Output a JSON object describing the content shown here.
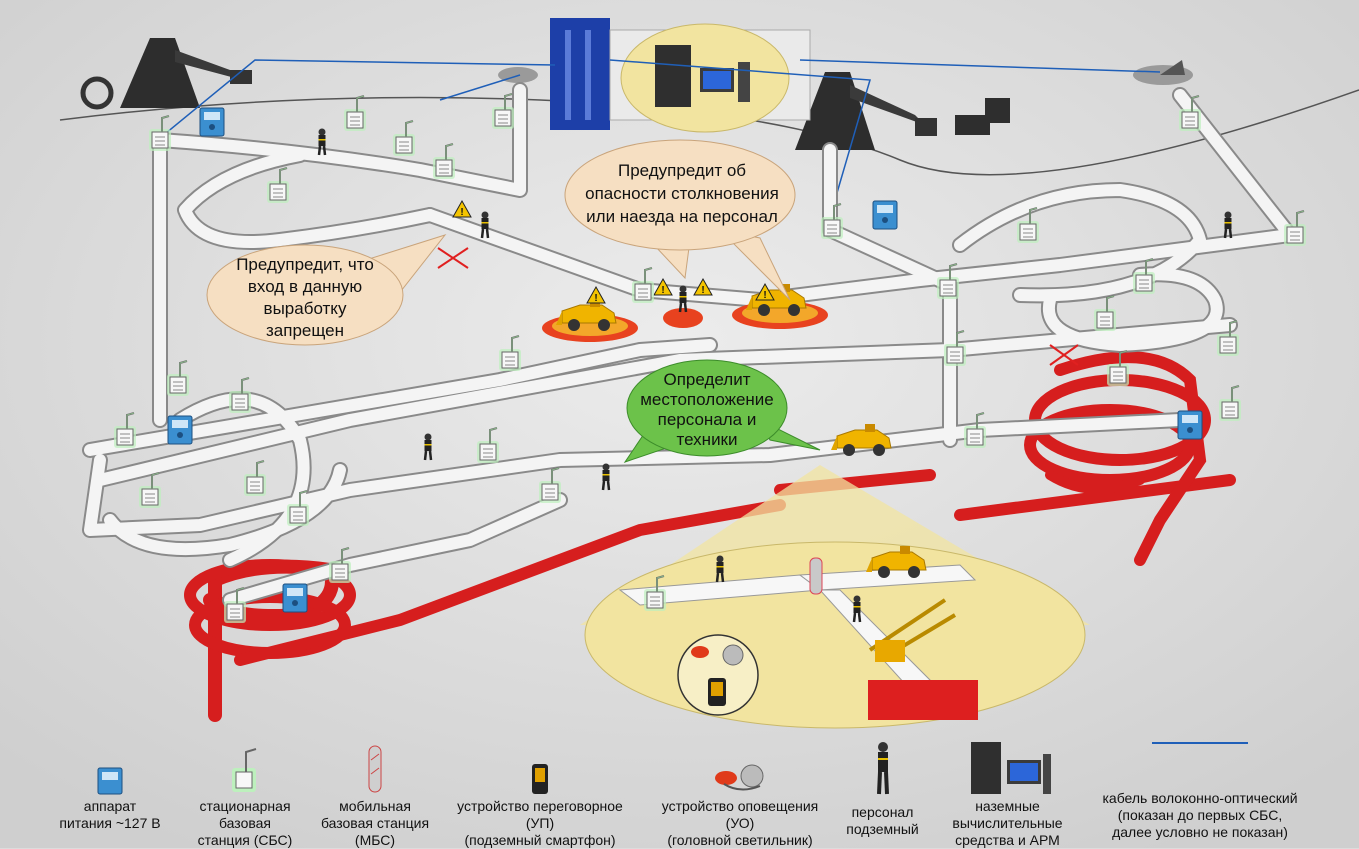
{
  "callouts": {
    "collision": [
      "Предупредит об",
      "опасности столкновения",
      "или наезда на персонал"
    ],
    "forbidden": [
      "Предупредит, что",
      "вход в данную",
      "выработку",
      "запрещен"
    ],
    "location": [
      "Определит",
      "местоположение",
      "персонала и",
      "техники"
    ]
  },
  "legend": [
    {
      "icon": "power-unit-icon",
      "label": "аппарат\nпитания ~127 В"
    },
    {
      "icon": "stationary-base-station-icon",
      "label": "стационарная\nбазовая\nстанция (СБС)"
    },
    {
      "icon": "mobile-base-station-icon",
      "label": "мобильная\nбазовая станция\n(МБС)"
    },
    {
      "icon": "smartphone-icon",
      "label": "устройство переговорное\n(УП)\n(подземный смартфон)"
    },
    {
      "icon": "cap-lamp-icon",
      "label": "устройство оповещения\n(УО)\n(головной светильник)"
    },
    {
      "icon": "miner-icon",
      "label": "персонал\nподземный"
    },
    {
      "icon": "computer-icon",
      "label": "наземные\nвычислительные\nсредства и АРМ"
    },
    {
      "icon": "fiber-cable-icon",
      "label": "кабель волоконно-оптический\n(показан до первых СБС,\nдалее условно не показан)"
    }
  ],
  "colors": {
    "background": "#dcdcdc",
    "tunnel": "#f4f4f4",
    "tunnel_edge": "#8a8a8a",
    "inactive_tunnel": "#d61e1e",
    "fiber_cable": "#1f5fb8",
    "callout_beige": "#f6dfc2",
    "callout_green": "#6cc24a",
    "zoom_area": "#f2e4a0",
    "station_glow": "#8fe08f",
    "vehicle": "#f0b400"
  }
}
